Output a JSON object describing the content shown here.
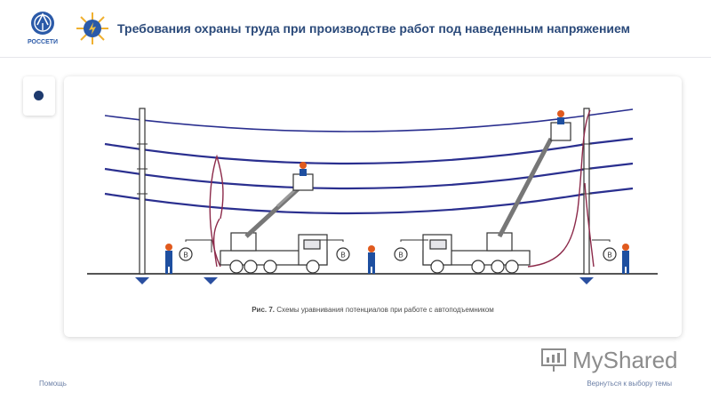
{
  "header": {
    "logo_text": "РОССЕТИ",
    "title": "Требования охраны труда при производстве работ под наведенным напряжением"
  },
  "figure": {
    "caption_label": "Рис. 7.",
    "caption_text": "Схемы уравнивания потенциалов при работе с автоподъемником",
    "marker_label": "В",
    "colors": {
      "wire": "#2a2f8f",
      "ground": "#8c2a4a",
      "person": "#1e4fa0",
      "hardhat": "#e05a1e"
    }
  },
  "footer": {
    "help": "Помощь",
    "back": "Вернуться к выбору темы"
  },
  "watermark": {
    "text": "MyShared"
  }
}
